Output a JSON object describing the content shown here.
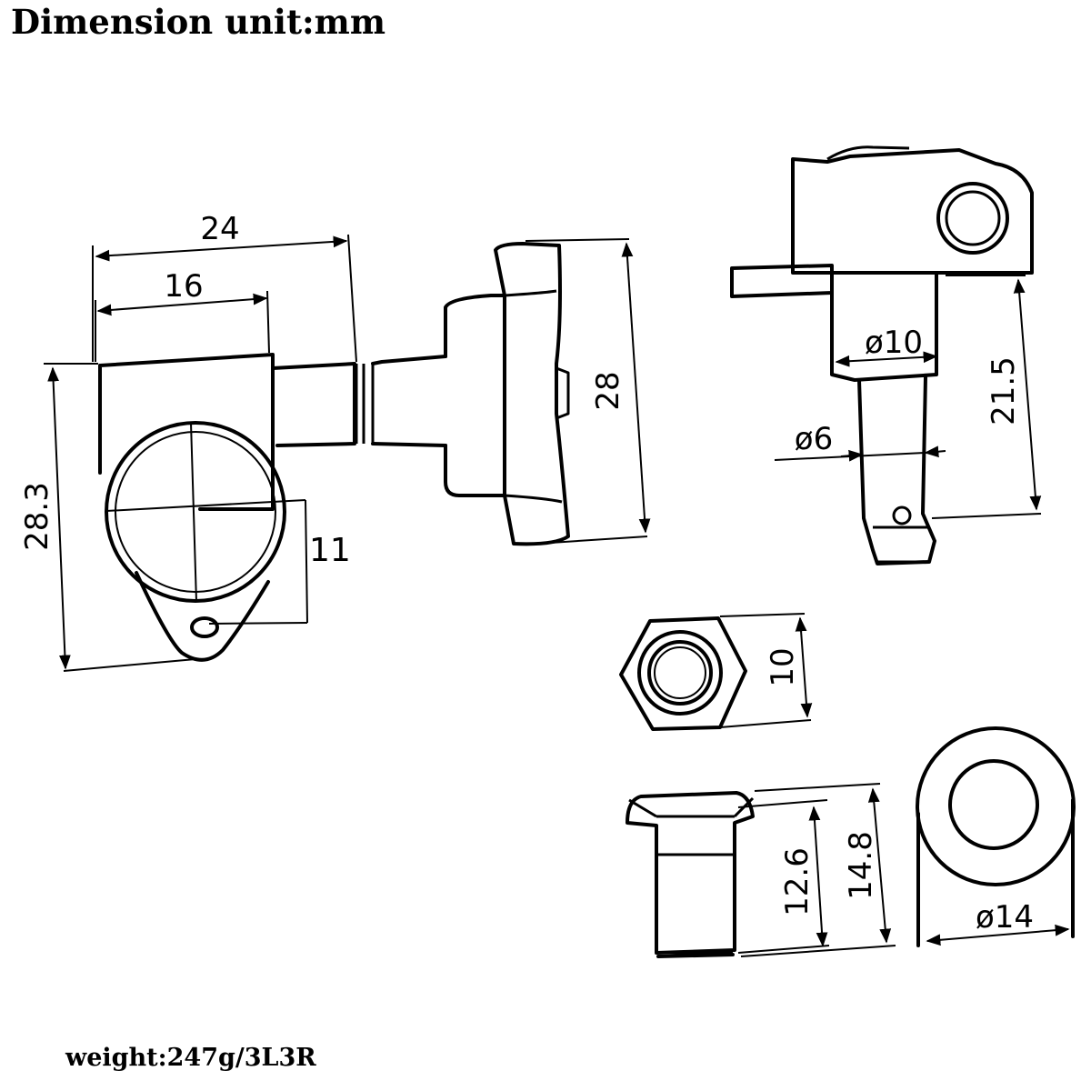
{
  "header": {
    "title": "Dimension unit:mm"
  },
  "footer": {
    "weight": "weight:247g/3L3R"
  },
  "dimensions": {
    "width_total": "24",
    "width_body": "16",
    "height_body": "28.3",
    "button_offset": "11",
    "button_height": "28",
    "bushing_dia": "ø10",
    "post_dia": "ø6",
    "post_height": "21.5",
    "nut_size": "10",
    "ferrule_inner": "12.6",
    "ferrule_outer": "14.8",
    "ferrule_dia": "ø14"
  },
  "colors": {
    "ink": "#000000",
    "background": "#ffffff"
  }
}
